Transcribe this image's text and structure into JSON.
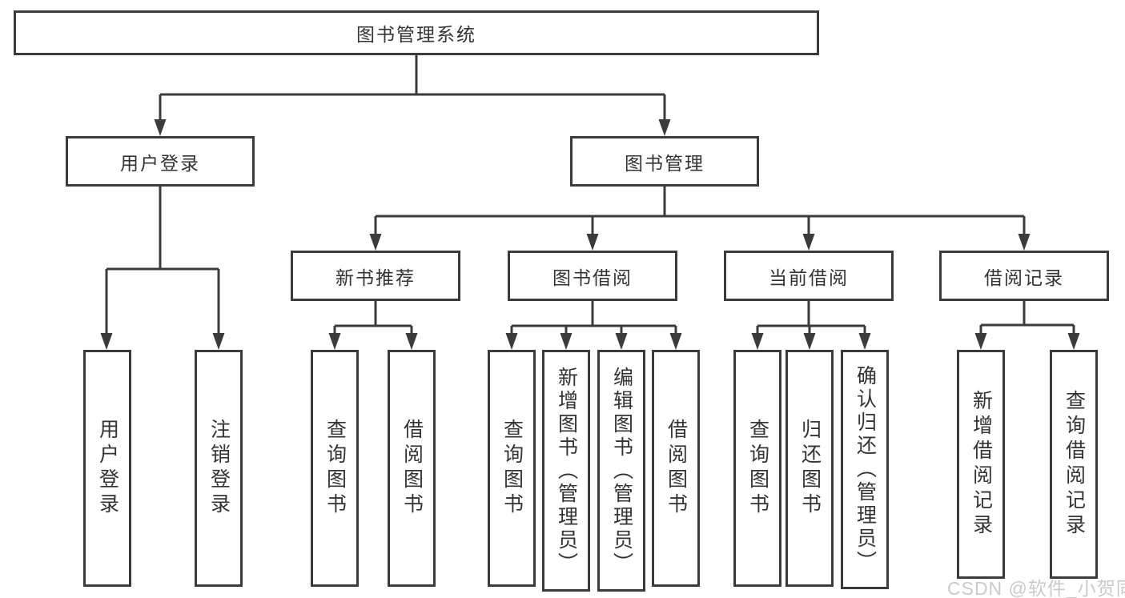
{
  "diagram": {
    "root": {
      "label": "图书管理系统"
    },
    "branches": [
      {
        "label": "用户登录",
        "children": [
          {
            "label": "用户登录"
          },
          {
            "label": "注销登录"
          }
        ]
      },
      {
        "label": "图书管理",
        "children": [
          {
            "label": "新书推荐",
            "children": [
              {
                "label": "查询图书"
              },
              {
                "label": "借阅图书"
              }
            ]
          },
          {
            "label": "图书借阅",
            "children": [
              {
                "label": "查询图书"
              },
              {
                "label": "新增图书（管理员）"
              },
              {
                "label": "编辑图书（管理员）"
              },
              {
                "label": "借阅图书"
              }
            ]
          },
          {
            "label": "当前借阅",
            "children": [
              {
                "label": "查询图书"
              },
              {
                "label": "归还图书"
              },
              {
                "label": "确认归还（管理员）"
              }
            ]
          },
          {
            "label": "借阅记录",
            "children": [
              {
                "label": "新增借阅记录"
              },
              {
                "label": "查询借阅记录"
              }
            ]
          }
        ]
      }
    ]
  },
  "watermark": {
    "text": "CSDN @软件_小贺同学"
  },
  "colors": {
    "line": "#3b3b3b",
    "text": "#333333",
    "watermark": "#c5c5c5",
    "background": "#ffffff"
  }
}
